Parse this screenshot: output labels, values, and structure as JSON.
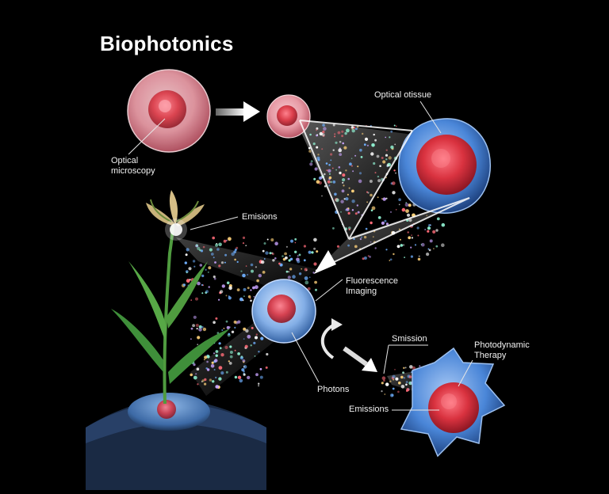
{
  "title": "Biophotonics",
  "labels": {
    "optical_microscopy": "Optical\nmicroscopy",
    "optical_tissue": "Optical otissue",
    "emisions": "Emisions",
    "fluorescence_imaging": "Fluorescence\nImaging",
    "smission": "Smission",
    "photodynamic_therapy": "Photodynamic\nTherapy",
    "photons": "Photons",
    "emissions": "Emissions"
  },
  "colors": {
    "background": "#000000",
    "cell_membrane_blue": "#4a86d8",
    "nucleus_red": "#d9323f",
    "plant_green": "#3f8f3a",
    "flower_tan": "#c8b27a",
    "arrow_white": "#f0f0f0"
  }
}
